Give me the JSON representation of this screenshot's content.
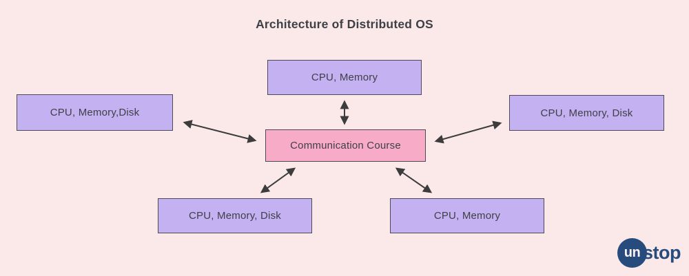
{
  "title": "Architecture of Distributed OS",
  "colors": {
    "background": "#FAE9E8",
    "node_fill": "#C3B1F1",
    "hub_fill": "#F8ABC6",
    "border": "#4A4A52",
    "arrow": "#3C3C3C",
    "text": "#3F3F46",
    "logo_navy": "#274B7D"
  },
  "diagram": {
    "nodes": [
      {
        "id": "top",
        "label": "CPU, Memory",
        "type": "machine"
      },
      {
        "id": "left",
        "label": "CPU, Memory,Disk",
        "type": "machine"
      },
      {
        "id": "right",
        "label": "CPU, Memory, Disk",
        "type": "machine"
      },
      {
        "id": "hub",
        "label": "Communication Course",
        "type": "hub"
      },
      {
        "id": "bottom-left",
        "label": "CPU, Memory, Disk",
        "type": "machine"
      },
      {
        "id": "bottom-right",
        "label": "CPU, Memory",
        "type": "machine"
      }
    ],
    "edges": [
      {
        "from": "hub",
        "to": "top",
        "bidirectional": true
      },
      {
        "from": "hub",
        "to": "left",
        "bidirectional": true
      },
      {
        "from": "hub",
        "to": "right",
        "bidirectional": true
      },
      {
        "from": "hub",
        "to": "bottom-left",
        "bidirectional": true
      },
      {
        "from": "hub",
        "to": "bottom-right",
        "bidirectional": true
      }
    ]
  },
  "logo": {
    "circle_text": "un",
    "suffix_text": "stop"
  }
}
